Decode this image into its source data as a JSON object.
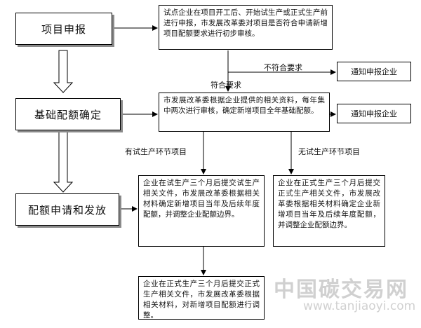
{
  "stages": {
    "s1": "项目申报",
    "s2": "基础配额确定",
    "s3": "配额申请和发放"
  },
  "boxes": {
    "b1": "试点企业在项目开工后、开始试生产或正式生产前进行申报，市发展改革委对项目是否符合申请新增项目配额要求进行初步审核。",
    "b2": "市发展改革委根据企业提供的相关资料，每年集中两次进行审核，确定新增项目全年基础配额。",
    "b3": "企业在试生产三个月后提交试生产相关文件，市发展改革委根据相关材料确定新增项目当年及后续年度配额，并调整企业配额边界。",
    "b4": "企业在正式生产三个月后提交正式生产相关文件，市发展改革委根据相关材料确定企业新增项目当年及后续年度配额，并调整企业配额边界。",
    "b5": "企业在正式生产三个月后提交正式生产相关文件，市发展改革委根据相关材料，对新增项目配额进行调整。"
  },
  "notices": {
    "n1": "通知申报企业",
    "n2": "通知申报企业"
  },
  "labels": {
    "not_meet": "不符合要求",
    "meet": "符合要求",
    "with_trial": "有试生产环节项目",
    "without_trial": "无试生产环节项目"
  },
  "watermark": {
    "cn": "中国碳交易网",
    "url": "www.tanjiaoyi.com"
  }
}
